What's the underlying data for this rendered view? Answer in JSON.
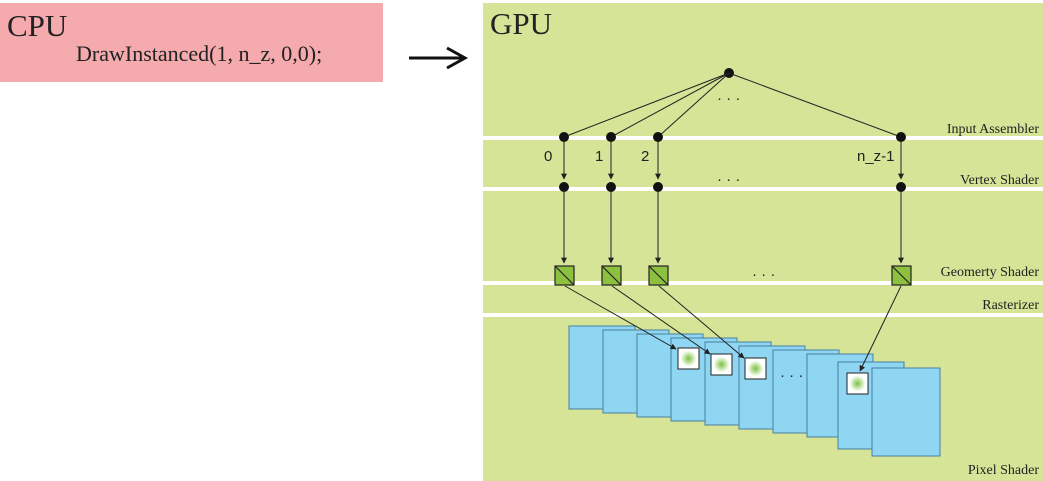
{
  "cpu": {
    "title": "CPU",
    "call": "DrawInstanced(1, n_z, 0,0);"
  },
  "gpu": {
    "title": "GPU",
    "stages": [
      "Input Assembler",
      "Vertex Shader",
      "Geomerty Shader",
      "Rasterizer",
      "Pixel Shader"
    ],
    "instance_labels": [
      "0",
      "1",
      "2",
      "n_z-1"
    ],
    "ellipsis": "· · ·"
  },
  "colors": {
    "cpu_bg": "#f5aaae",
    "gpu_bg": "#d5e497",
    "band": "#ffffff",
    "render_target": "#8fd6f3",
    "gs_box": "#8ec03f",
    "glow": "#7bc043"
  }
}
